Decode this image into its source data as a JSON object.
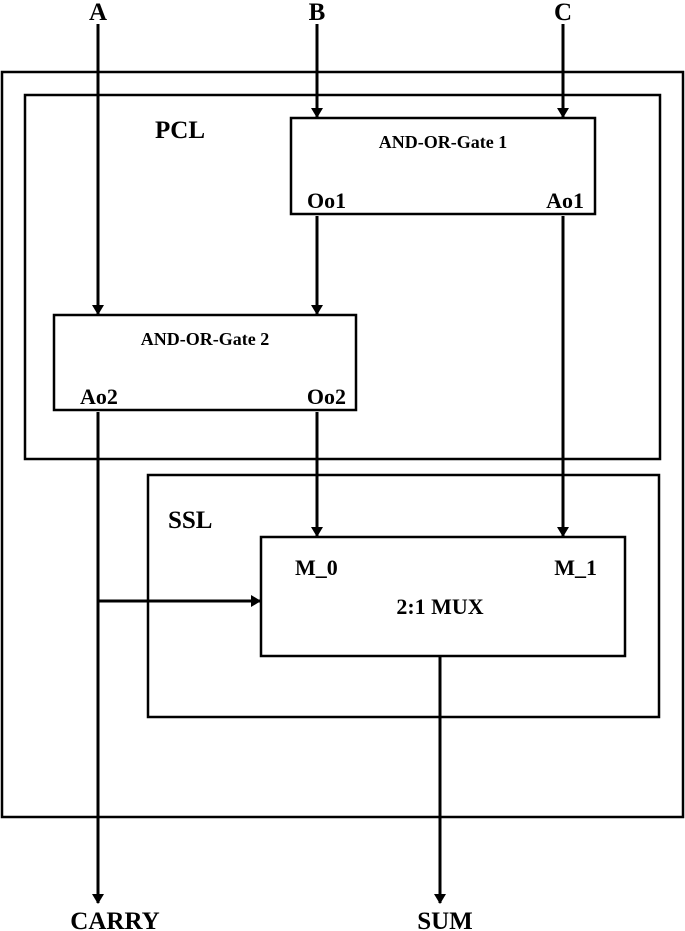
{
  "inputs": {
    "a": "A",
    "b": "B",
    "c": "C"
  },
  "outputs": {
    "carry": "CARRY",
    "sum": "SUM"
  },
  "pcl": {
    "label": "PCL",
    "gate1": {
      "title": "AND-OR-Gate 1",
      "or_out": "Oo1",
      "and_out": "Ao1"
    },
    "gate2": {
      "title": "AND-OR-Gate  2",
      "and_out": "Ao2",
      "or_out": "Oo2"
    }
  },
  "ssl": {
    "label": "SSL",
    "mux": {
      "title": "2:1  MUX",
      "in0": "M_0",
      "in1": "M_1"
    }
  }
}
